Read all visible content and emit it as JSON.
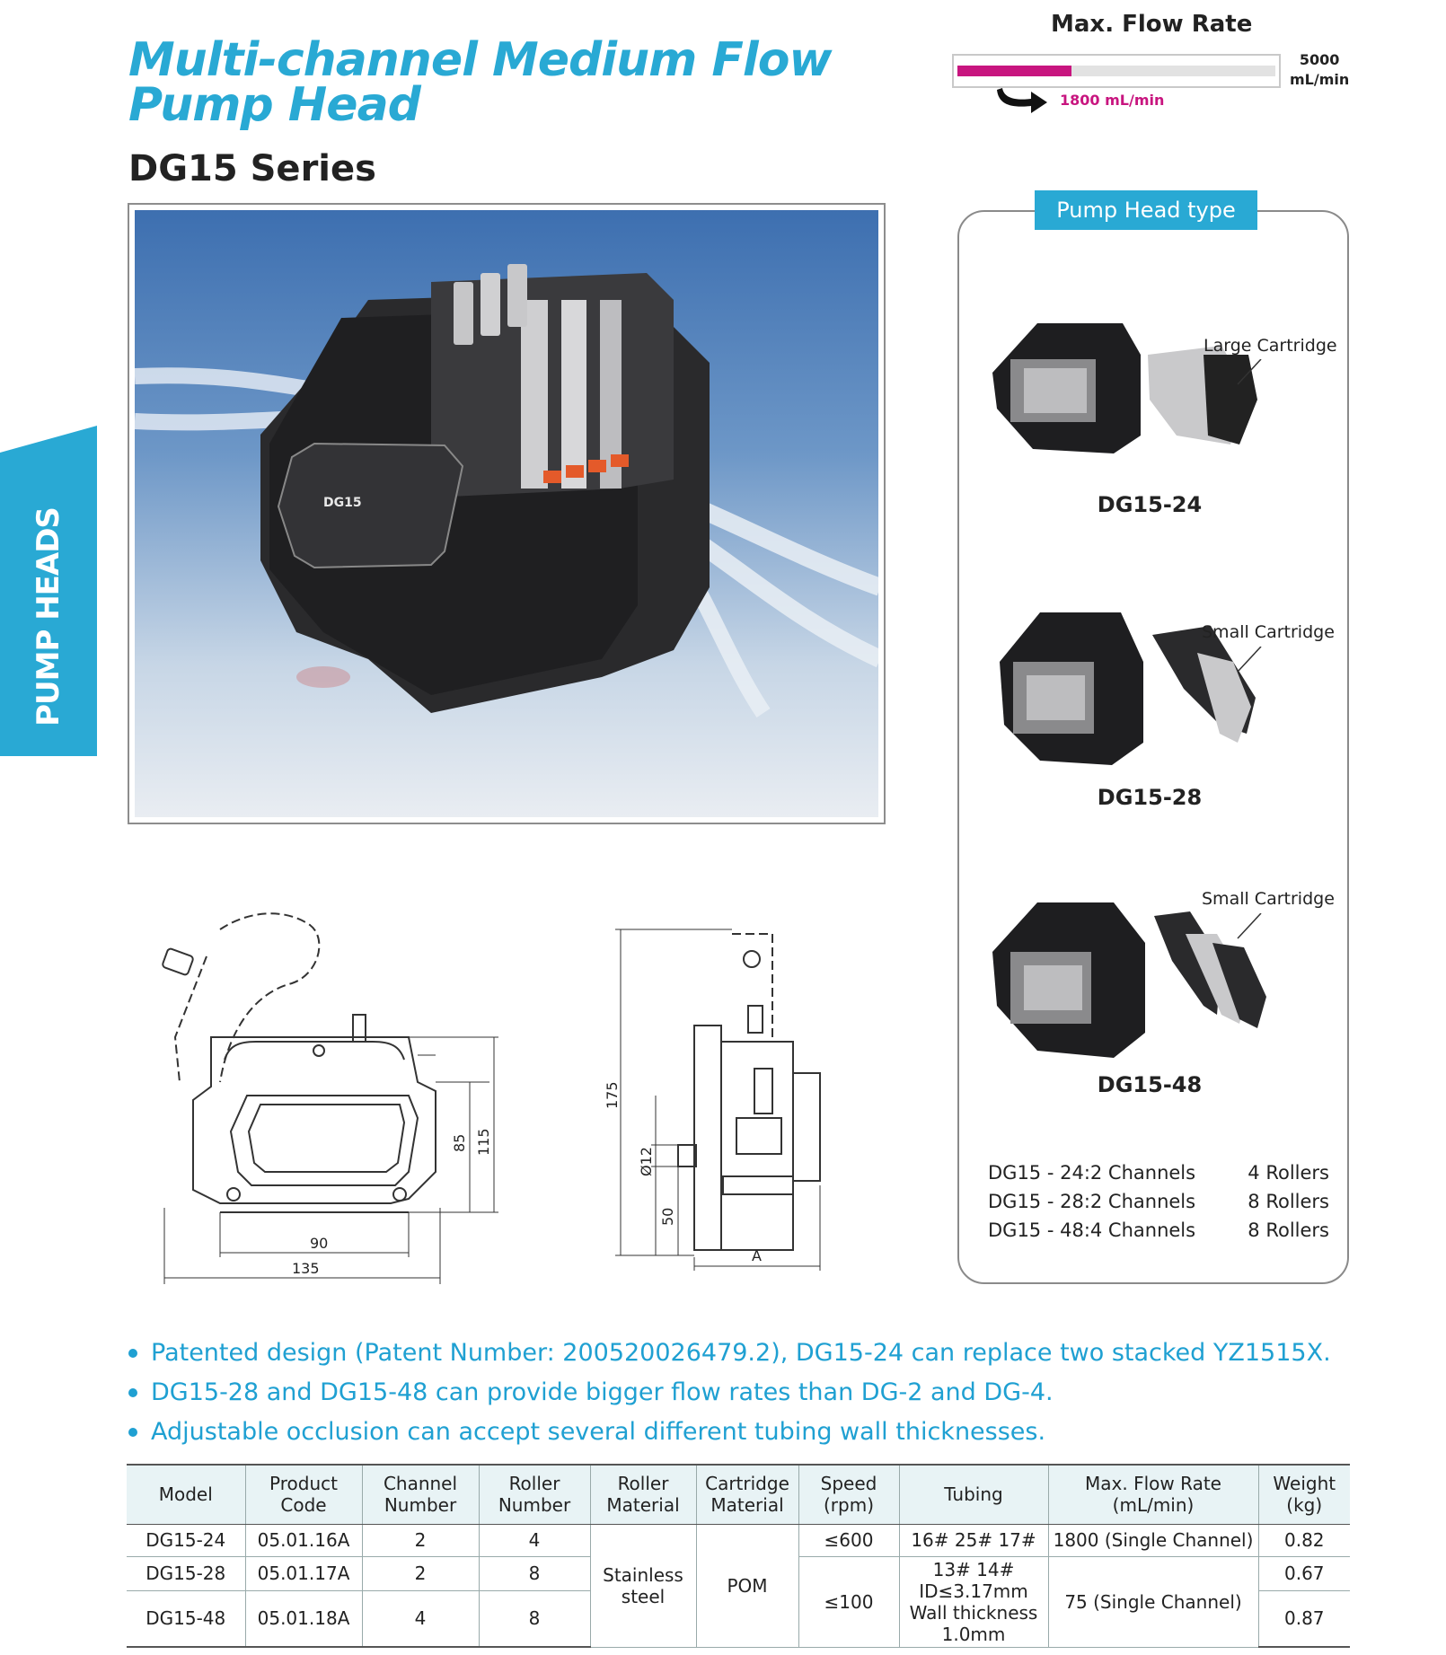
{
  "header": {
    "title_line1": "Multi-channel Medium Flow",
    "title_line2": "Pump Head",
    "series": "DG15 Series"
  },
  "flow_rate": {
    "title": "Max. Flow Rate",
    "max_value": "5000",
    "max_unit": "mL/min",
    "current_label": "1800 mL/min",
    "fill_fraction": 0.36,
    "fill_color": "#c8157f"
  },
  "side_tab": {
    "label": "PUMP HEADS",
    "color": "#29a9d4"
  },
  "photo": {
    "label": "DG15"
  },
  "pump_head_type": {
    "heading": "Pump Head type",
    "items": [
      {
        "name": "DG15-24",
        "cartridge": "Large Cartridge"
      },
      {
        "name": "DG15-28",
        "cartridge": "Small Cartridge"
      },
      {
        "name": "DG15-48",
        "cartridge": "Small Cartridge"
      }
    ],
    "summary": [
      {
        "model": "DG15 - 24:2 Channels",
        "rollers": "4 Rollers"
      },
      {
        "model": "DG15 - 28:2 Channels",
        "rollers": "8 Rollers"
      },
      {
        "model": "DG15 - 48:4 Channels",
        "rollers": "8  Rollers"
      }
    ]
  },
  "drawings": {
    "front": {
      "dim_width_inner": "90",
      "dim_width_outer": "135",
      "dim_height_inner": "85",
      "dim_height_outer": "115"
    },
    "side": {
      "dim_height": "175",
      "dim_shaft": "Ø12",
      "dim_base": "50",
      "dim_depth": "A"
    }
  },
  "bullets": [
    "Patented design (Patent Number: 200520026479.2), DG15-24 can replace two stacked YZ1515X.",
    "DG15-28 and DG15-48 can provide bigger flow rates than DG-2 and DG-4.",
    "Adjustable occlusion can accept several different tubing wall thicknesses."
  ],
  "table": {
    "headers": [
      [
        "Model"
      ],
      [
        "Product",
        "Code"
      ],
      [
        "Channel",
        "Number"
      ],
      [
        "Roller",
        "Number"
      ],
      [
        "Roller",
        "Material"
      ],
      [
        "Cartridge",
        "Material"
      ],
      [
        "Speed",
        "(rpm)"
      ],
      [
        "Tubing"
      ],
      [
        "Max. Flow Rate",
        "(mL/min)"
      ],
      [
        "Weight",
        "(kg)"
      ]
    ],
    "rows": [
      {
        "model": "DG15-24",
        "code": "05.01.16A",
        "channels": "2",
        "rollers": "4",
        "weight": "0.82"
      },
      {
        "model": "DG15-28",
        "code": "05.01.17A",
        "channels": "2",
        "rollers": "8",
        "weight": "0.67"
      },
      {
        "model": "DG15-48",
        "code": "05.01.18A",
        "channels": "4",
        "rollers": "8",
        "weight": "0.87"
      }
    ],
    "roller_material": [
      "Stainless",
      "steel"
    ],
    "cartridge_material": "POM",
    "speed_row1": "≤600",
    "speed_rows23": "≤100",
    "tubing_row1": "16# 25# 17#",
    "tubing_rows23": [
      "13# 14#",
      "ID≤3.17mm",
      "Wall thickness",
      "1.0mm"
    ],
    "flow_row1": "1800 (Single Channel)",
    "flow_rows23": "75 (Single Channel)"
  }
}
